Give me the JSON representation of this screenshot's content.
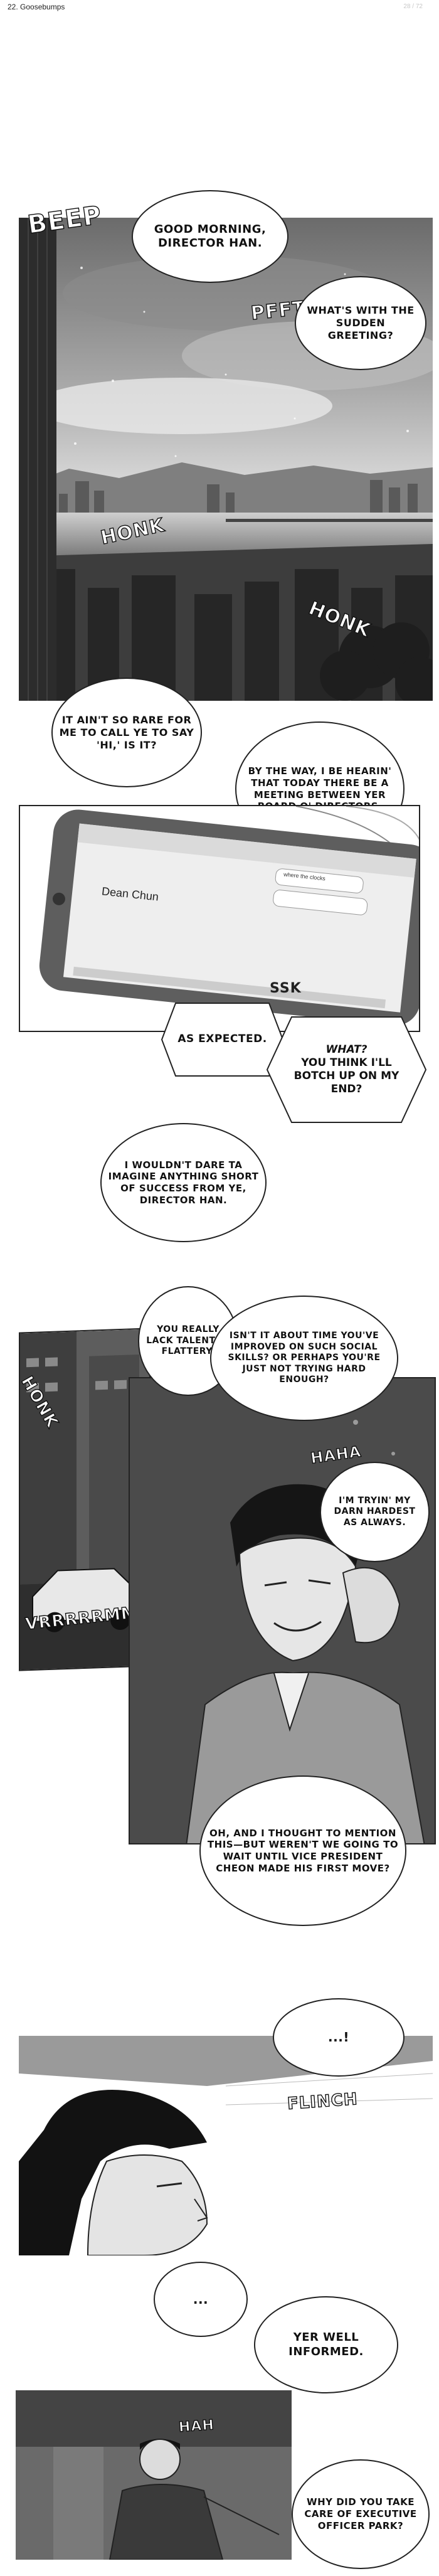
{
  "header": {
    "episode_title": "22. Goosebumps",
    "page_counter": "28 / 72"
  },
  "sfx": {
    "beep": "BEEP",
    "pfft": "PFFT",
    "honk_left": "HONK",
    "honk_right": "HONK",
    "ssk": "SSK",
    "honk_car": "HONK",
    "vrrrm": "VRRRRRMM",
    "haha": "HAHA",
    "flinch": "FLINCH",
    "hah": "HAH"
  },
  "dialogue": {
    "b1": "GOOD MORNING, DIRECTOR HAN.",
    "b2": "WHAT'S WITH THE SUDDEN GREETING?",
    "b3": "IT AIN'T SO RARE FOR ME TO CALL YE TO SAY 'HI,' IS IT?",
    "b4": "BY THE WAY, I BE HEARIN' THAT TODAY THERE BE A MEETING BETWEEN YER BOARD O' DIRECTORS.",
    "b5": "AS EXPECTED.",
    "b6_emph": "WHAT?",
    "b6_rest": "YOU THINK I'LL BOTCH UP ON MY END?",
    "b7": "I WOULDN'T DARE TA IMAGINE ANYTHING SHORT OF SUCCESS FROM YE, DIRECTOR HAN.",
    "b8": "YOU REALLY LACK TALENT IN FLATTERY.",
    "b9": "ISN'T IT ABOUT TIME YOU'VE IMPROVED ON SUCH SOCIAL SKILLS? OR PERHAPS YOU'RE JUST NOT TRYING HARD ENOUGH?",
    "b10": "I'M TRYIN' MY DARN HARDEST AS ALWAYS.",
    "b11": "OH, AND I THOUGHT TO MENTION THIS—BUT WEREN'T WE GOING TO WAIT UNTIL VICE PRESIDENT CHEON MADE HIS FIRST MOVE?",
    "b12": "...!",
    "b13": "...",
    "b14": "YER WELL INFORMED.",
    "b15": "WHY DID YOU TAKE CARE OF EXECUTIVE OFFICER PARK?"
  },
  "phone": {
    "contact": "Dean Chun",
    "msg1": "where the clocks"
  }
}
